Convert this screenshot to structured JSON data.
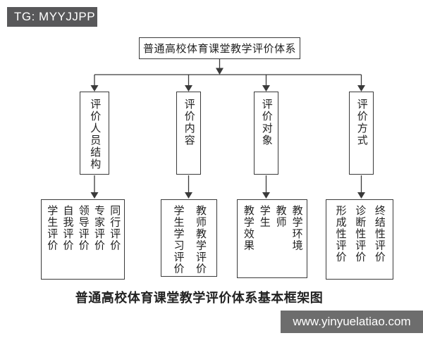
{
  "tag": {
    "label": "TG: MYYJJPP"
  },
  "diagram": {
    "root": "普通高校体育课堂教学评价体系",
    "branches": [
      {
        "label": "评价人员结构",
        "items": [
          "学生评价",
          "自我评价",
          "领导评价",
          "专家评价",
          "同行评价"
        ]
      },
      {
        "label": "评价内容",
        "items": [
          "学生学习评价",
          "教师教学评价"
        ]
      },
      {
        "label": "评价对象",
        "items": [
          "教学效果",
          "学生",
          "教师",
          "教学环境"
        ]
      },
      {
        "label": "评价方式",
        "items": [
          "形成性评价",
          "诊断性评价",
          "终结性评价"
        ]
      }
    ],
    "caption": "普通高校体育课堂教学评价体系基本框架图"
  },
  "watermark": {
    "url_text": "www.yinyuelatiao.com"
  },
  "colors": {
    "line": "#3a3a3a",
    "text": "#222222",
    "tag_bg": "#58585a",
    "watermark_bg": "#6d6d6d"
  }
}
